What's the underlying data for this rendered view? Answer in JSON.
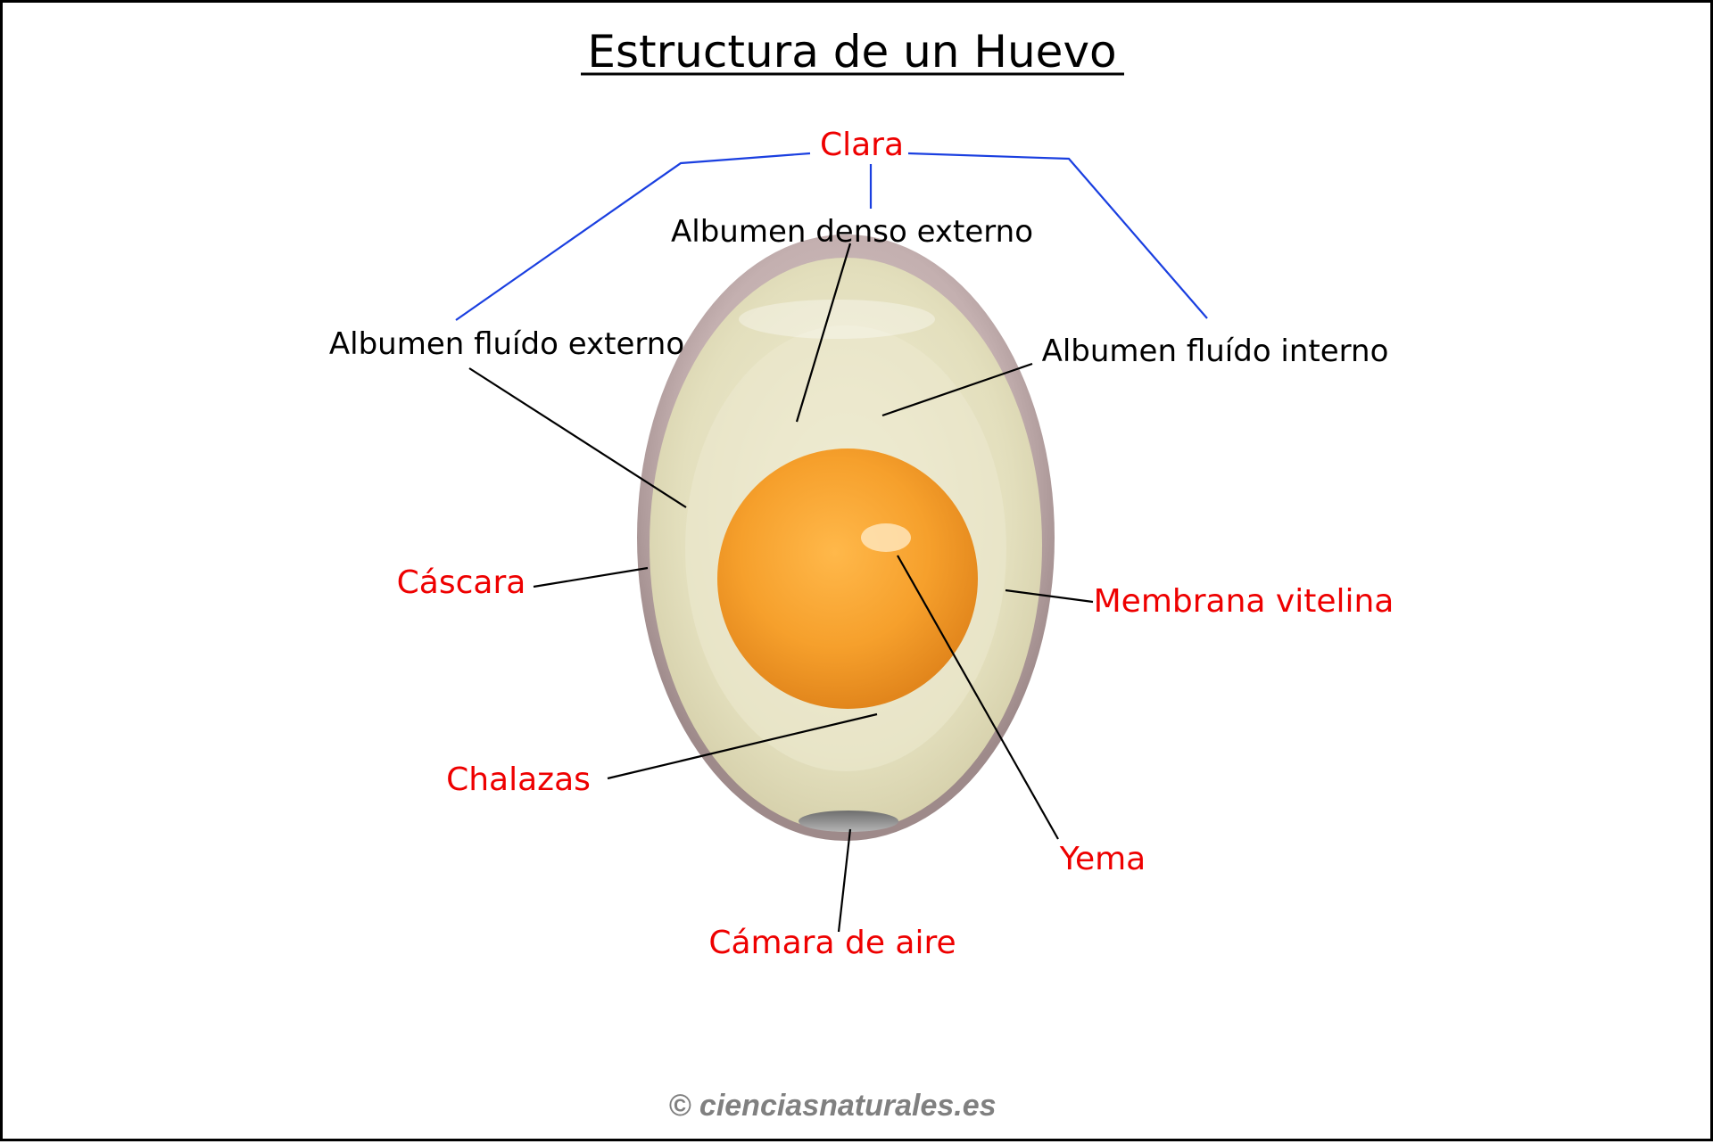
{
  "title": "Estructura de un Huevo",
  "group_label": "Clara",
  "labels": {
    "albumen_denso_externo": "Albumen denso externo",
    "albumen_fluido_externo": "Albumen fluído externo",
    "albumen_fluido_interno": "Albumen fluído interno",
    "cascara": "Cáscara",
    "membrana_vitelina": "Membrana vitelina",
    "chalazas": "Chalazas",
    "yema": "Yema",
    "camara_de_aire": "Cámara de aire"
  },
  "credit": "© cienciasnaturales.es",
  "colors": {
    "part_label": "#ee0000",
    "sub_label": "#000000",
    "bracket_line": "#1a3fe0",
    "leader_line": "#000000",
    "credit": "#808080",
    "shell": "#b8a3a3",
    "albumen": "#e6e2c3",
    "yolk": "#f4a128",
    "air_cell": "#8c8c8c"
  }
}
